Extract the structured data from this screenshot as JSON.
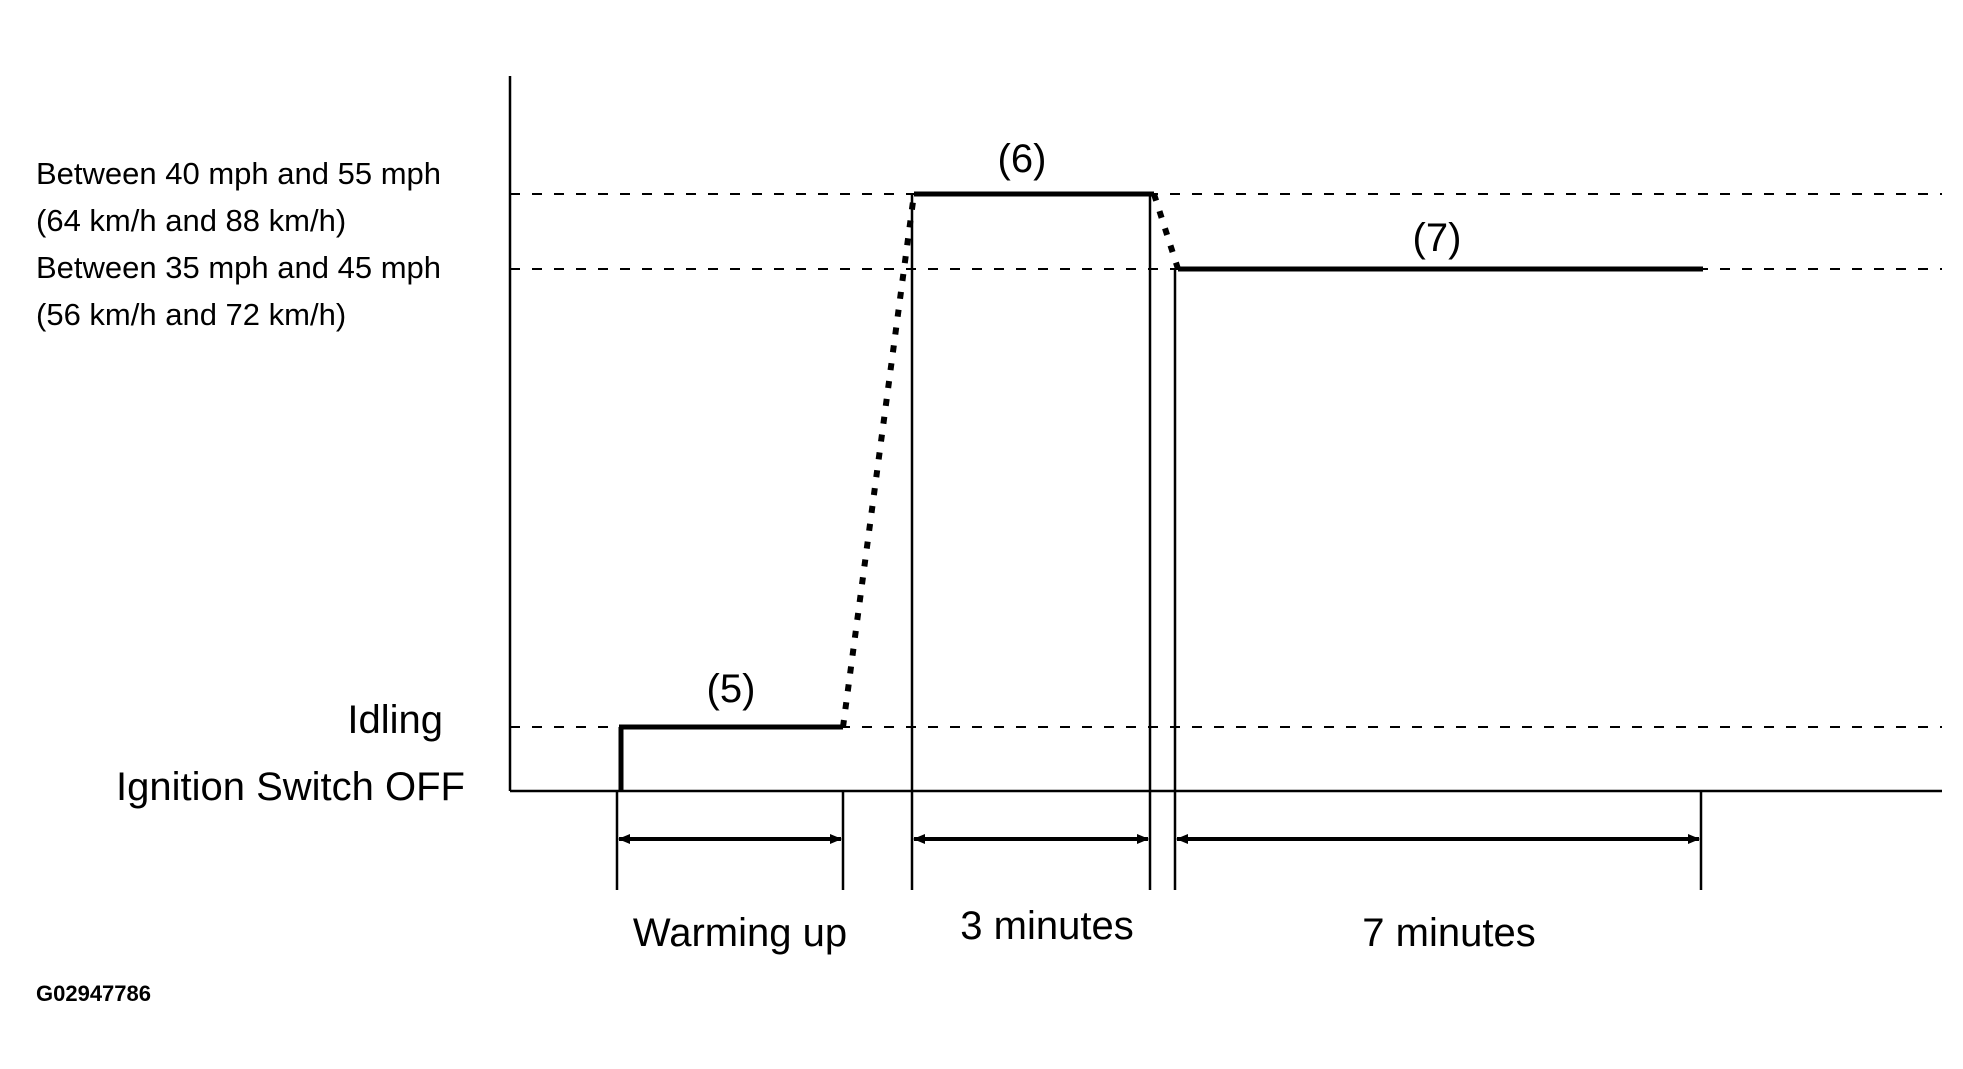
{
  "diagram": {
    "y_labels": {
      "speed_high_line1": "Between 40 mph and 55 mph",
      "speed_high_line2": "(64 km/h and 88 km/h)",
      "speed_mid_line1": "Between 35 mph and 45 mph",
      "speed_mid_line2": "(56 km/h and 72 km/h)",
      "idling": "Idling",
      "ignition_off": "Ignition Switch OFF"
    },
    "step_labels": {
      "step5": "(5)",
      "step6": "(6)",
      "step7": "(7)"
    },
    "durations": {
      "warming_up": "Warming up",
      "three_minutes": "3 minutes",
      "seven_minutes": "7 minutes"
    },
    "figure_code": "G02947786"
  }
}
